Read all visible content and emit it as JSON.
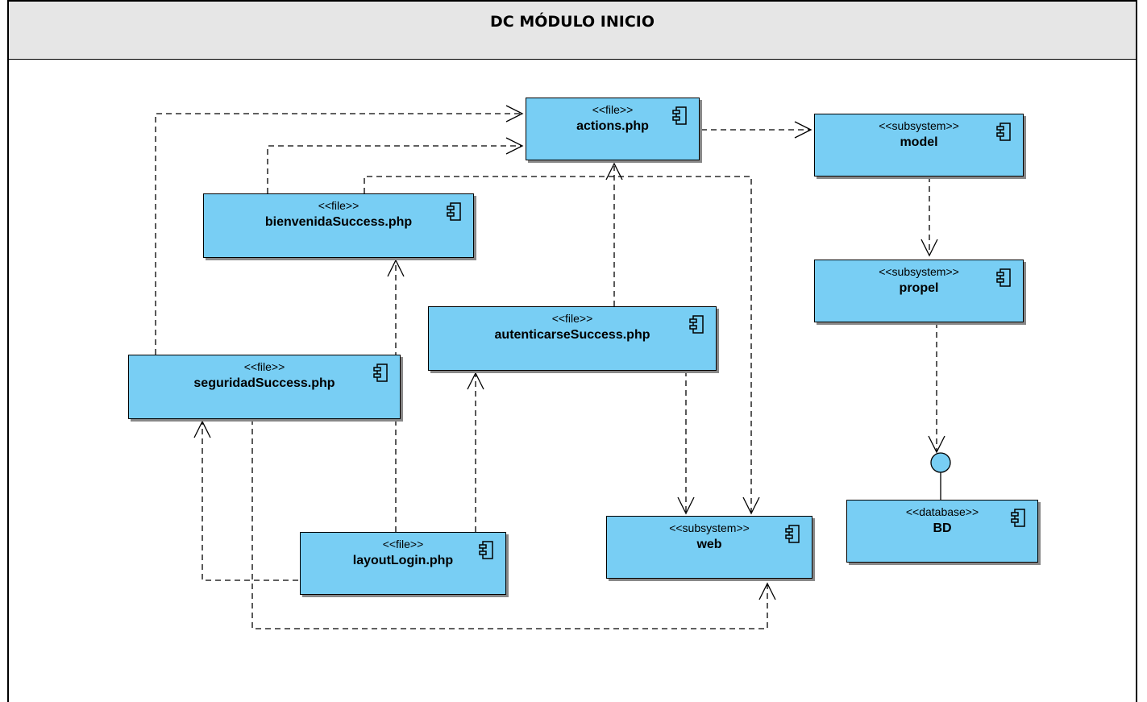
{
  "title": "DC MÓDULO INICIO",
  "components": [
    {
      "id": "actions",
      "stereotype": "<<file>>",
      "name": "actions.php"
    },
    {
      "id": "model",
      "stereotype": "<<subsystem>>",
      "name": "model"
    },
    {
      "id": "bienvenida",
      "stereotype": "<<file>>",
      "name": "bienvenidaSuccess.php"
    },
    {
      "id": "propel",
      "stereotype": "<<subsystem>>",
      "name": "propel"
    },
    {
      "id": "autenticarse",
      "stereotype": "<<file>>",
      "name": "autenticarseSuccess.php"
    },
    {
      "id": "seguridad",
      "stereotype": "<<file>>",
      "name": "seguridadSuccess.php"
    },
    {
      "id": "bd",
      "stereotype": "<<database>>",
      "name": "BD"
    },
    {
      "id": "layout",
      "stereotype": "<<file>>",
      "name": "layoutLogin.php"
    },
    {
      "id": "web",
      "stereotype": "<<subsystem>>",
      "name": "web"
    }
  ]
}
